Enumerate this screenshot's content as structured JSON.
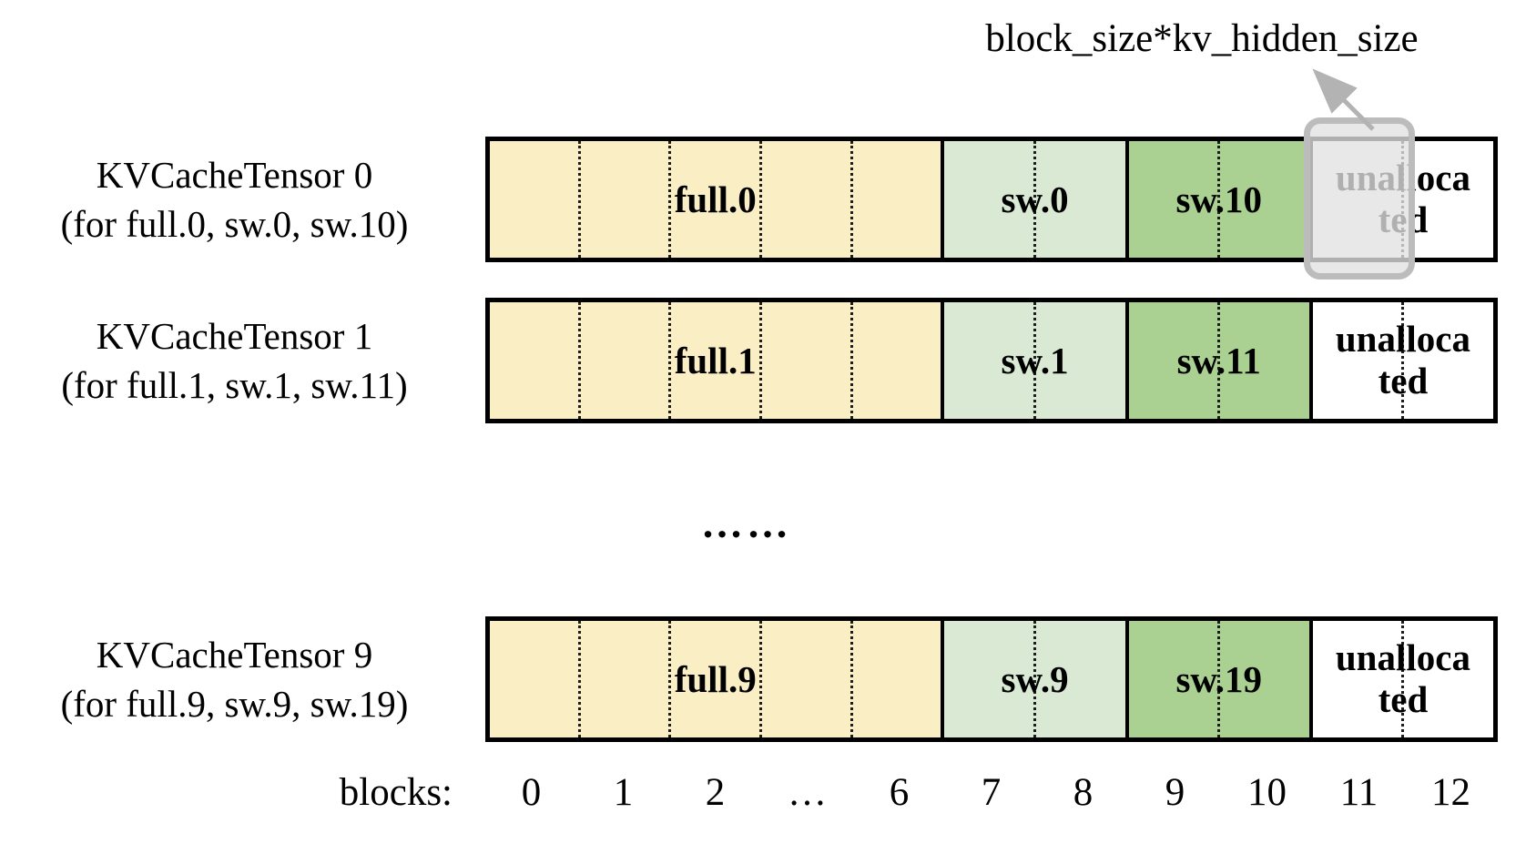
{
  "annotation": {
    "label": "block_size*kv_hidden_size",
    "arrow_icon": "gray arrow pointing from highlighted block up toward label",
    "highlight": "gray rounded rectangle over block 11 of KVCacheTensor 0"
  },
  "colors": {
    "full_section": "#FAEEC5",
    "sw_section": "#DAE9D3",
    "sw2_section": "#AAD191",
    "unallocated_section": "#FFFFFF",
    "highlight_fill": "#E3E2E2",
    "highlight_border": "#BCBCBC",
    "arrow": "#B3B3B3",
    "border": "#000000"
  },
  "rows": [
    {
      "name_line1": "KVCacheTensor 0",
      "name_line2": "(for full.0, sw.0, sw.10)",
      "full_label": "full.0",
      "sw_label": "sw.0",
      "sw2_label": "sw.10",
      "unallocated_line1": "unalloca",
      "unallocated_line2": "ted",
      "highlighted": true
    },
    {
      "name_line1": "KVCacheTensor 1",
      "name_line2": "(for full.1, sw.1, sw.11)",
      "full_label": "full.1",
      "sw_label": "sw.1",
      "sw2_label": "sw.11",
      "unallocated_line1": "unalloca",
      "unallocated_line2": "ted",
      "highlighted": false
    },
    {
      "name_line1": "KVCacheTensor 9",
      "name_line2": "(for full.9, sw.9, sw.19)",
      "full_label": "full.9",
      "sw_label": "sw.9",
      "sw2_label": "sw.19",
      "unallocated_line1": "unalloca",
      "unallocated_line2": "ted",
      "highlighted": false
    }
  ],
  "ellipsis": "……",
  "axis": {
    "prefix": "blocks:",
    "ticks": [
      "0",
      "1",
      "2",
      "…",
      "6",
      "7",
      "8",
      "9",
      "10",
      "11",
      "12"
    ]
  }
}
